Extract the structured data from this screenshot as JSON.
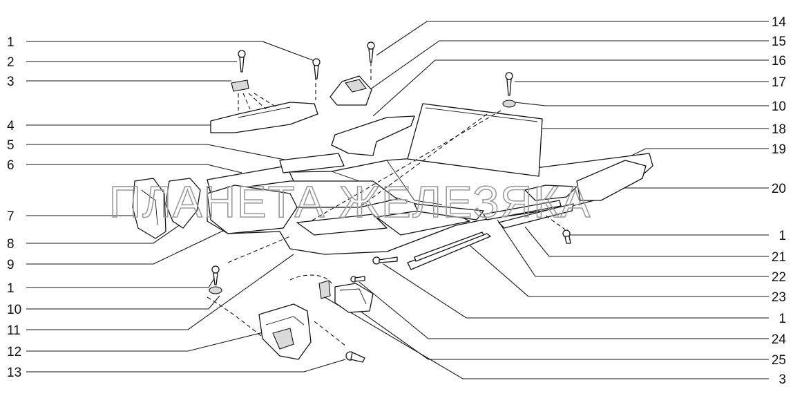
{
  "callouts_left": [
    "1",
    "2",
    "3",
    "4",
    "5",
    "6",
    "7",
    "8",
    "9",
    "1",
    "10",
    "11",
    "12",
    "13"
  ],
  "callouts_right": [
    "14",
    "15",
    "16",
    "17",
    "10",
    "18",
    "19",
    "20",
    "1",
    "21",
    "22",
    "23",
    "1",
    "24",
    "25",
    "3"
  ],
  "watermark": "ПЛАНЕТА ЖЕЛЕЗЯКА"
}
